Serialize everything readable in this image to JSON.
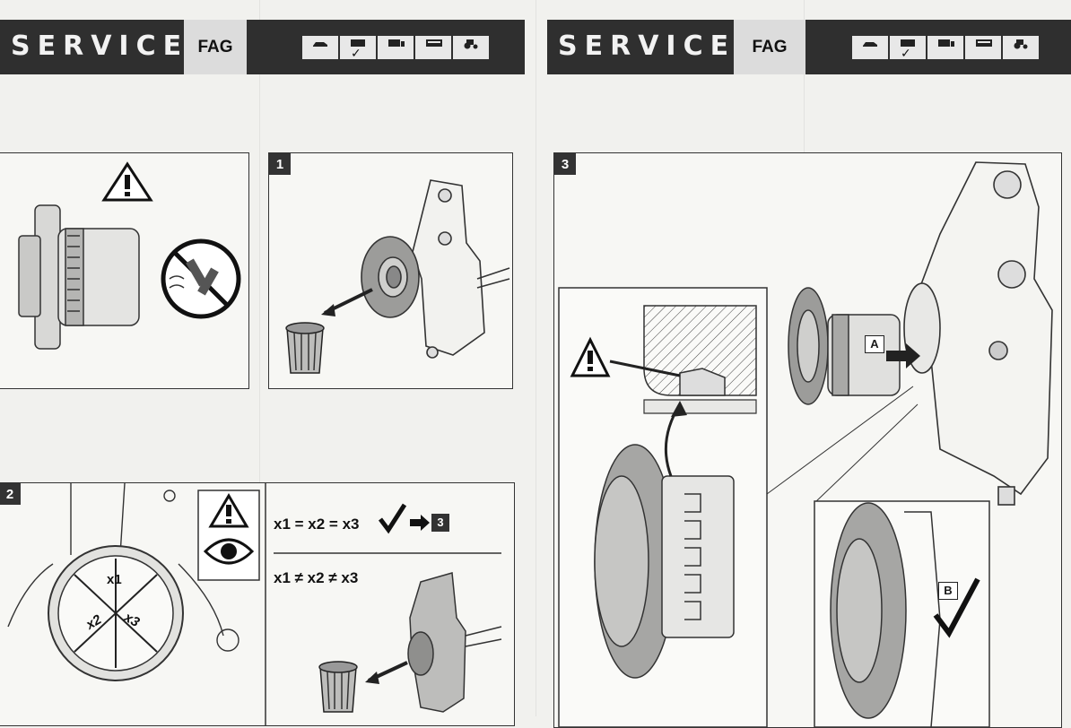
{
  "left_page": {
    "banner_title": "SERVICE",
    "brand": "FAG",
    "vehicles": [
      "car-icon",
      "van-icon",
      "truck-icon",
      "bus-icon",
      "tractor-icon"
    ],
    "selected_vehicle_mark": "✓"
  },
  "right_page": {
    "banner_title": "SERVICE",
    "brand": "FAG",
    "vehicles": [
      "car-icon",
      "van-icon",
      "truck-icon",
      "bus-icon",
      "tractor-icon"
    ],
    "selected_vehicle_mark": "✓"
  },
  "steps": {
    "step1": "1",
    "step2": "2",
    "step3": "3"
  },
  "step2": {
    "measure_labels": [
      "x1",
      "x2",
      "x3"
    ],
    "equal_text": "x1 = x2 = x3",
    "goto_step": "3",
    "not_equal_text": "x1 ≠ x2 ≠ x3"
  },
  "step3": {
    "label_a": "A",
    "label_b": "B"
  }
}
